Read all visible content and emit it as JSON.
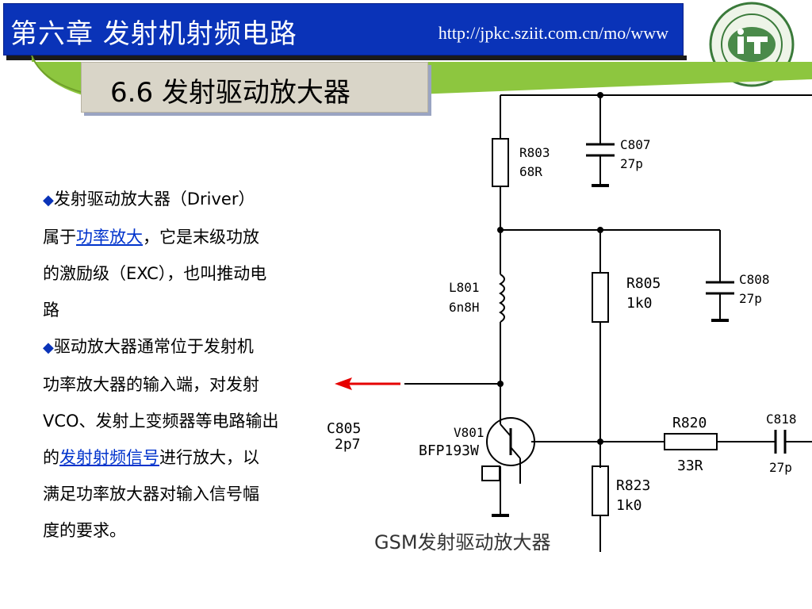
{
  "header": {
    "chapter_title": "第六章  发射机射频电路",
    "url": "http://jpkc.sziit.com.cn/mo/www"
  },
  "section": {
    "title": "6.6 发射驱动放大器"
  },
  "body": {
    "bullet_symbol": "◆",
    "p1_line1": "发射驱动放大器（Driver）",
    "p1_pre": "属于",
    "p1_link": "功率放大",
    "p1_post": "，它是末级功放",
    "p1_line3": "的激励级（EXC），也叫推动电",
    "p1_line4": "路",
    "p2_line1": "驱动放大器通常位于发射机",
    "p2_line2": "功率放大器的输入端，对发射",
    "p2_line3": "VCO、发射上变频器等电路输出",
    "p2_pre": "的",
    "p2_link": "发射射频信号",
    "p2_post": "进行放大，以",
    "p2_line5": "满足功率放大器对输入信号幅",
    "p2_line6": "度的要求。"
  },
  "schematic": {
    "caption": "GSM发射驱动放大器",
    "components": {
      "r803": {
        "ref": "R803",
        "value": "68R"
      },
      "c807": {
        "ref": "C807",
        "value": "27p"
      },
      "l801": {
        "ref": "L801",
        "value": "6n8H"
      },
      "r805": {
        "ref": "R805",
        "value": "1k0"
      },
      "c808": {
        "ref": "C808",
        "value": "27p"
      },
      "c805": {
        "ref": "C805",
        "value": "2p7"
      },
      "v801": {
        "ref": "V801",
        "value": "BFP193W"
      },
      "r820": {
        "ref": "R820",
        "value": "33R"
      },
      "c818": {
        "ref": "C818",
        "value": "27p"
      },
      "r823": {
        "ref": "R823",
        "value": "1k0"
      }
    }
  },
  "colors": {
    "header_blue": "#0a33b8",
    "swoosh_green": "#8dc63f",
    "arrow_red": "#e60000",
    "link_blue": "#0033cc"
  }
}
